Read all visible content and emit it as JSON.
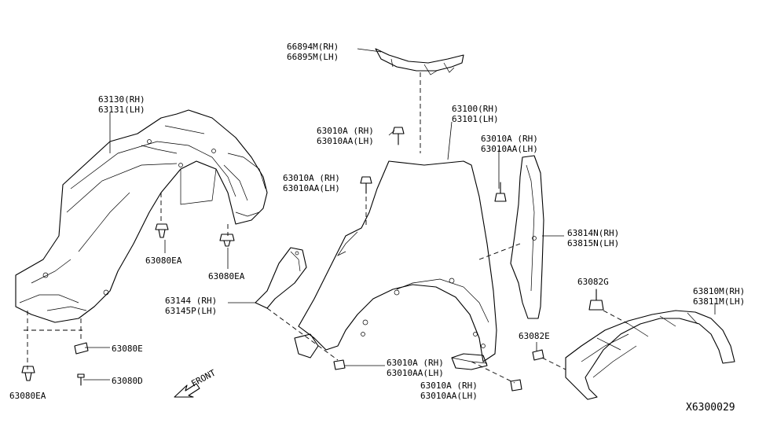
{
  "labels": {
    "l66894": [
      "66894M(RH)",
      "66895M(LH)"
    ],
    "l63130": [
      "63130(RH)",
      "63131(LH)"
    ],
    "l63100": [
      "63100(RH)",
      "63101(LH)"
    ],
    "l63010a_top": [
      "63010A (RH)",
      "63010AA(LH)"
    ],
    "l63010a_right": [
      "63010A  (RH)",
      "63010AA(LH)"
    ],
    "l63010a_mid": [
      "63010A (RH)",
      "63010AA(LH)"
    ],
    "l63814": [
      "63814N(RH)",
      "63815N(LH)"
    ],
    "l63080ea_1": "63080EA",
    "l63080ea_2": "63080EA",
    "l63080ea_3": "63080EA",
    "l63144": [
      "63144  (RH)",
      "63145P(LH)"
    ],
    "l63080e": "63080E",
    "l63080d": "63080D",
    "l63082g": "63082G",
    "l63082e": "63082E",
    "l63810": [
      "63810M(RH)",
      "63811M(LH)"
    ],
    "l63010a_low1": [
      "63010A  (RH)",
      "63010AA(LH)"
    ],
    "l63010a_low2": [
      "63010A  (RH)",
      "63010AA(LH)"
    ]
  },
  "front_label": "FRONT",
  "reference_code": "X6300029"
}
